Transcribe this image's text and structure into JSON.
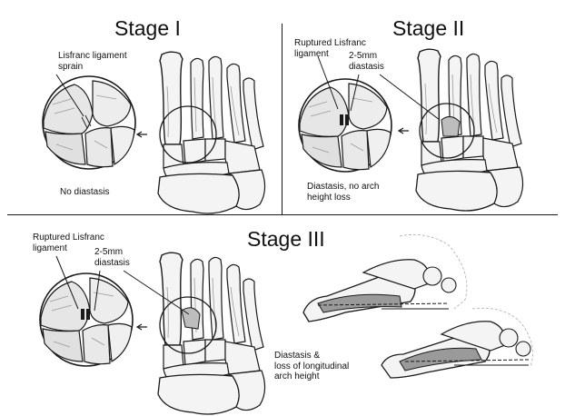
{
  "stage1": {
    "title": "Stage I",
    "labels": {
      "injury": "Lisfranc ligament\nsprain",
      "diastasis": "No diastasis"
    }
  },
  "stage2": {
    "title": "Stage II",
    "labels": {
      "injury": "Ruptured Lisfranc\nligament",
      "gap": "2-5mm\ndiastasis",
      "result": "Diastasis, no arch\nheight loss"
    }
  },
  "stage3": {
    "title": "Stage III",
    "labels": {
      "injury": "Ruptured Lisfranc\nligament",
      "gap": "2-5mm\ndiastasis",
      "result": "Diastasis &\nloss of longitudinal\narch height"
    }
  },
  "colors": {
    "ink": "#1a1a1a",
    "bone_fill": "#f4f4f4",
    "bone_shadow": "#9a9a9a",
    "zoom_fill": "#e6e6e6"
  }
}
